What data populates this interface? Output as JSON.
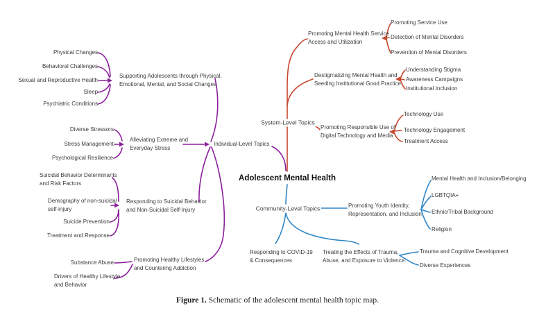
{
  "colors": {
    "individual": "#8A1E9B",
    "system": "#C7472E",
    "community": "#2E86C6",
    "text": "#3B3B3B",
    "title": "#111111"
  },
  "root": {
    "title": "Adolescent Mental Health"
  },
  "individual": {
    "label": "Individual-Level Topics",
    "topics": [
      {
        "label": "Supporting Adolescents through Physical,\nEmotional, Mental, and Social Changes",
        "children": [
          "Physical Changes",
          "Behavioral Challenges",
          "Sexual and Reproductive Health",
          "Sleep",
          "Psychiatric Conditions"
        ]
      },
      {
        "label": "Alleviating Extreme and\nEveryday Stress",
        "children": [
          "Diverse Stressors",
          "Stress Management",
          "Psychological Resilience"
        ]
      },
      {
        "label": "Responding to Suicidal Behavior\nand Non-Suicidal Self-Injury",
        "children": [
          "Suicidal Behavior Determinants\nand Risk Factors",
          "Demography of non-suicidal\nself-injury",
          "Suicide Prevention",
          "Treatment and Response"
        ]
      },
      {
        "label": "Promoting Healthy Lifestyles\nand Countering Addiction",
        "children": [
          "Substance Abuse",
          "Drivers of Healthy Lifestyle\nand Behavior"
        ]
      }
    ]
  },
  "system": {
    "label": "System-Level Topics",
    "topics": [
      {
        "label": "Promoting Mental Health Service\nAccess and Utilization",
        "children": [
          "Promoting Service Use",
          "Detection of Mental Disorders",
          "Prevention of Mental Disorders"
        ]
      },
      {
        "label": "Destigmatizing Mental Health and\nSeeding Institutional Good Practice.",
        "children": [
          "Understanding Stigma",
          "Awareness Campaigns",
          "Institutional Inclusion"
        ]
      },
      {
        "label": "Promoting Responsible Use of\nDigital Technology and Media",
        "children": [
          "Technology Use",
          "Technology Engagement",
          "Treatment Access"
        ]
      }
    ]
  },
  "community": {
    "label": "Community-Level Topics",
    "topics": [
      {
        "label": "Promoting Youth Identity,\nRepresentation, and Inclusion",
        "children": [
          "Mental Health and Inclusion/Belonging",
          "LGBTQIA+",
          "Ethnic/Tribal Background",
          "Religion"
        ]
      },
      {
        "label": "Responding to COVID-19\n& Consequences",
        "children": []
      },
      {
        "label": "Treating the Effects of Trauma,\nAbuse, and Exposure to Violence.",
        "children": [
          "Trauma and Cognitive Development",
          "Diverse Experiences"
        ]
      }
    ]
  },
  "caption": {
    "label": "Figure 1.",
    "text": " Schematic of the adolescent mental health topic map."
  }
}
